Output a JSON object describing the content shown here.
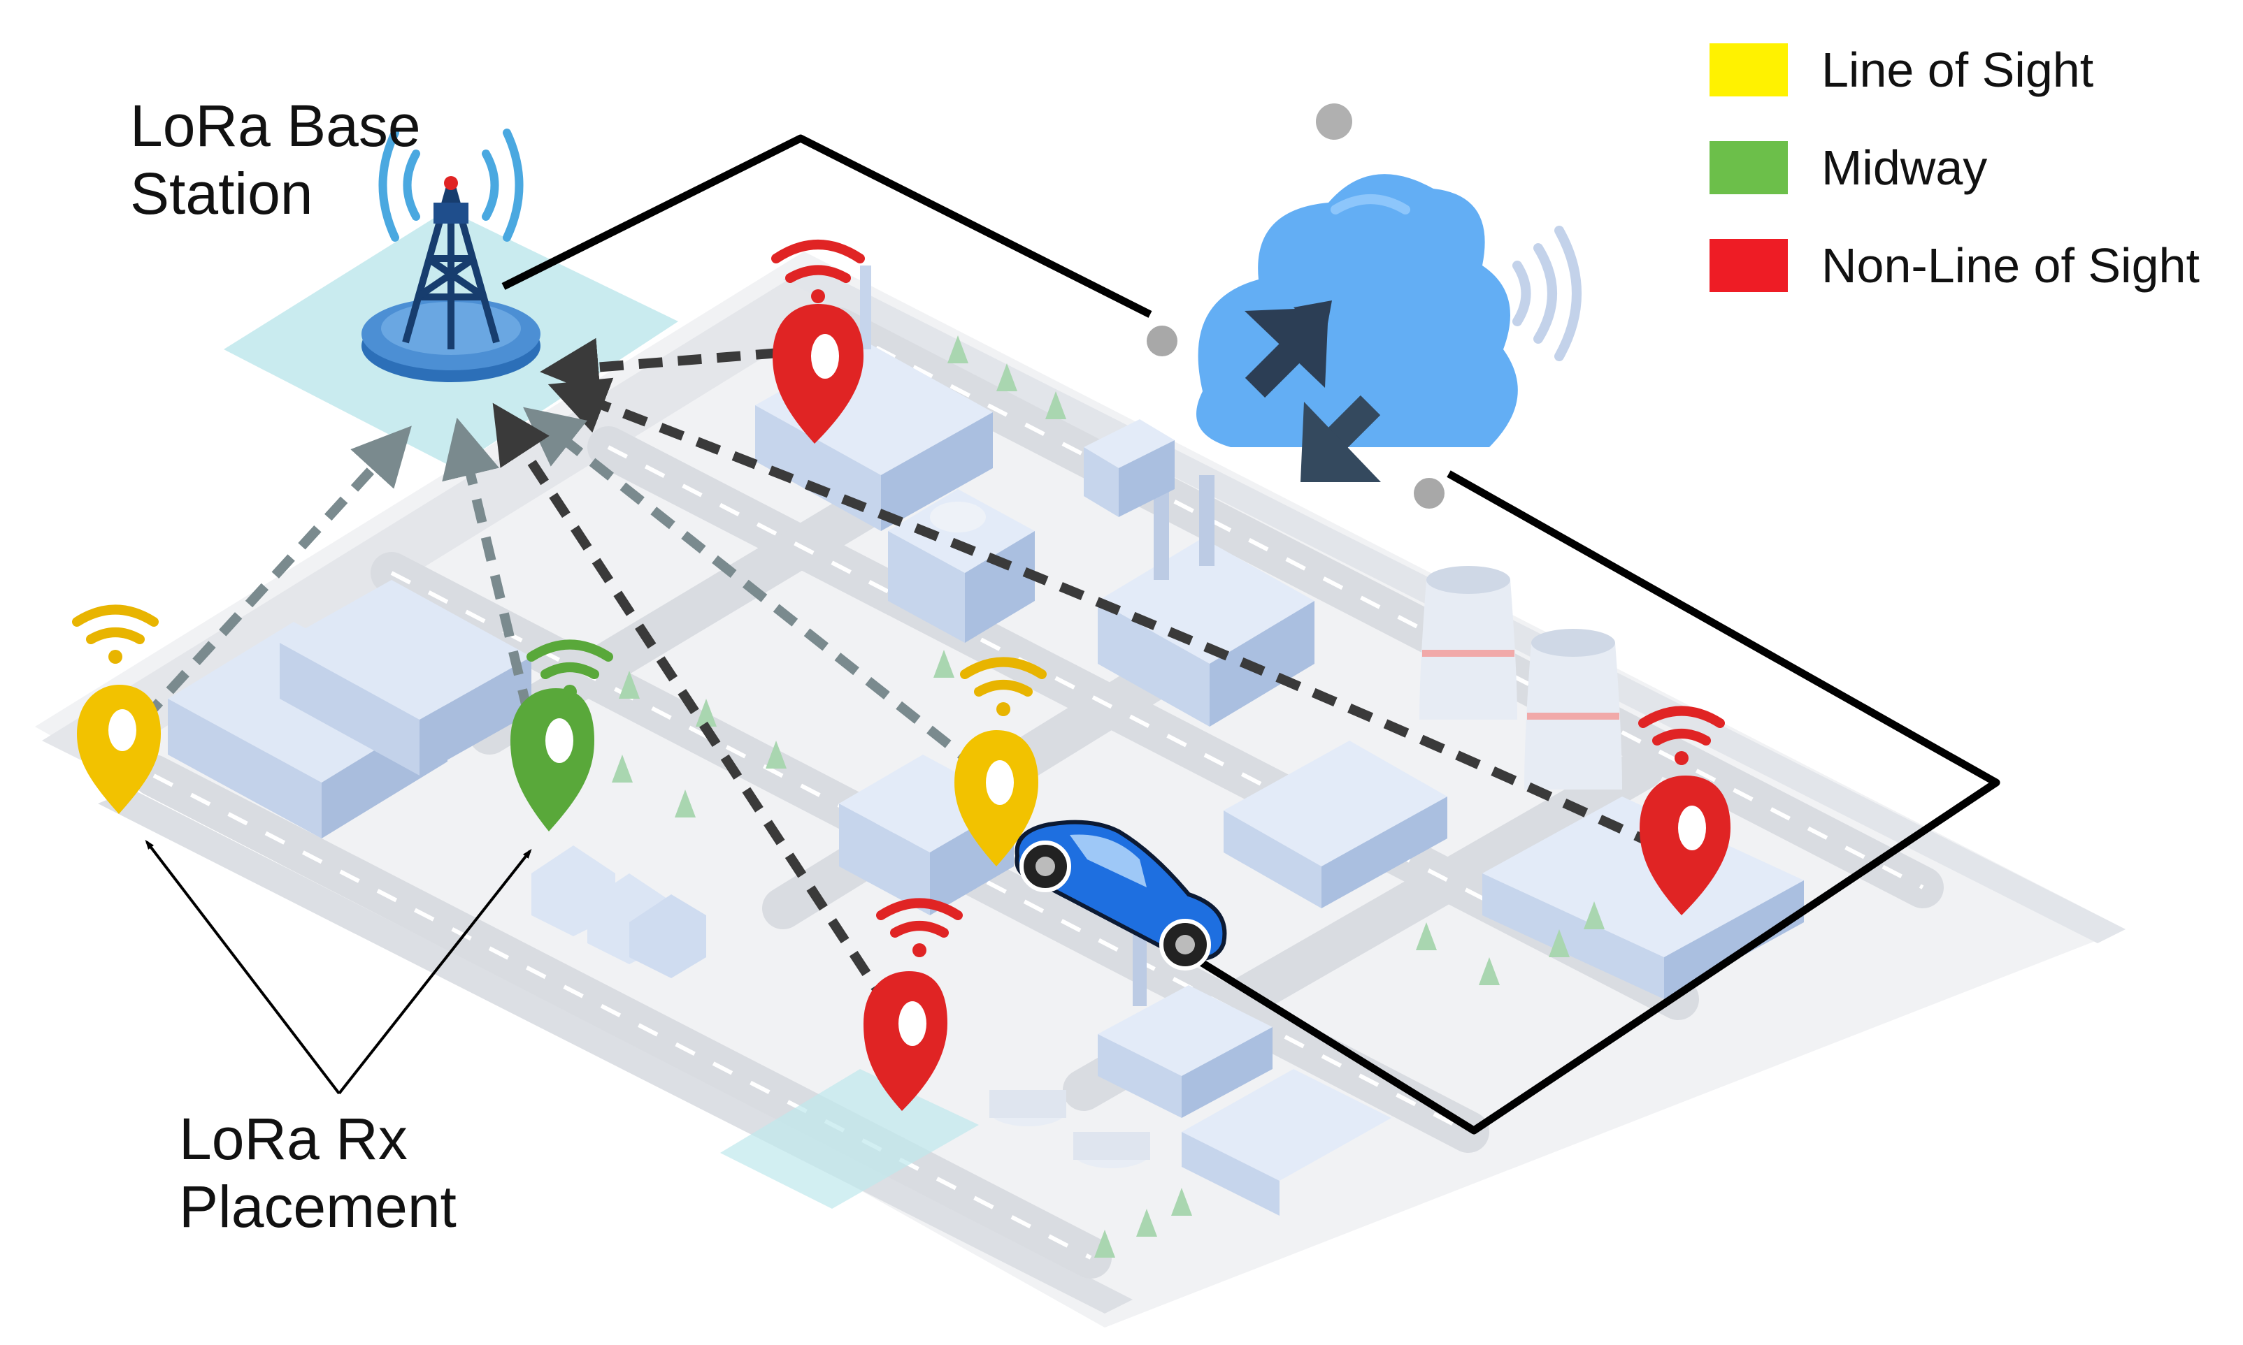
{
  "labels": {
    "base_station": [
      "LoRa Base",
      "Station"
    ],
    "rx_placement": [
      "LoRa Rx",
      "Placement"
    ]
  },
  "legend": [
    {
      "label": "Line of Sight",
      "color": "#fff200"
    },
    {
      "label": "Midway",
      "color": "#6cbf4a"
    },
    {
      "label": "Non-Line of Sight",
      "color": "#ee1c25"
    }
  ],
  "icons": {
    "base_station": "radio-tower-icon",
    "cloud": "cloud-icon",
    "vehicle": "car-icon",
    "receiver_marker": "map-pin-icon",
    "signal": "wifi-signal-icon"
  },
  "receivers": [
    {
      "name": "rx-los-left",
      "class": "Line of Sight"
    },
    {
      "name": "rx-midway",
      "class": "Midway"
    },
    {
      "name": "rx-nlos-factory",
      "class": "Non-Line of Sight"
    },
    {
      "name": "rx-los-center",
      "class": "Line of Sight"
    },
    {
      "name": "rx-nlos-park",
      "class": "Non-Line of Sight"
    },
    {
      "name": "rx-nlos-right",
      "class": "Non-Line of Sight"
    }
  ],
  "colors": {
    "line_of_sight": "#fff200",
    "midway": "#6cbf4a",
    "non_line_of_sight": "#ee1c25",
    "pin_yellow": "#f2c200",
    "pin_green": "#59a83a",
    "pin_red": "#e02424",
    "cloud": "#5aa9f2",
    "car": "#1e6fe0",
    "tower": "#1f4e8c"
  }
}
